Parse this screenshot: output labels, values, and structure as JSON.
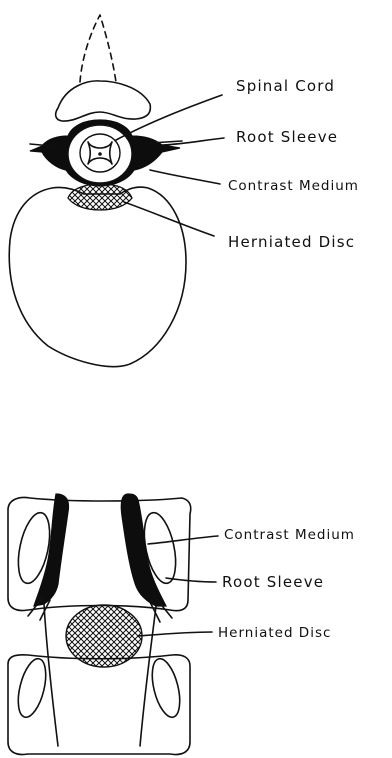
{
  "top_figure": {
    "labels": {
      "spinal_cord": "Spinal Cord",
      "root_sleeve": "Root Sleeve",
      "contrast_medium": "Contrast Medium",
      "herniated_disc": "Herniated Disc"
    }
  },
  "bottom_figure": {
    "labels": {
      "contrast_medium": "Contrast Medium",
      "root_sleeve": "Root Sleeve",
      "herniated_disc": "Herniated Disc"
    }
  },
  "colors": {
    "ink": "#111111",
    "contrast_fill": "#0d0d0d",
    "background": "#ffffff"
  }
}
